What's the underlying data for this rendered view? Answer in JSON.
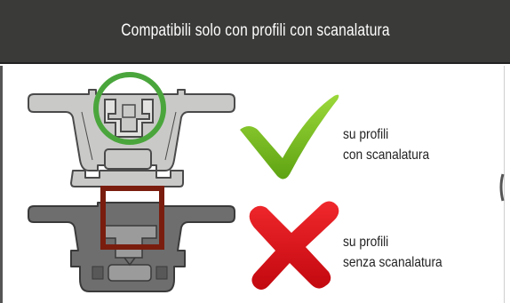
{
  "header": {
    "title": "Compatibili solo con profili con scanalatura"
  },
  "rows": [
    {
      "status": "compatible",
      "icon": "checkmark-icon",
      "highlight": "circle",
      "highlight_color": "#4aa63c",
      "profile_color": "#c9cac8",
      "line1": "su profili",
      "line2": "con scanalatura"
    },
    {
      "status": "incompatible",
      "icon": "cross-icon",
      "highlight": "square",
      "highlight_color": "#7a1d0e",
      "profile_color": "#6e6e6e",
      "line1": "su profili",
      "line2": "senza scanalatura"
    }
  ],
  "colors": {
    "header_bg": "#3a3a38",
    "check_green": "#7cc21f",
    "cross_red": "#e0141e"
  }
}
